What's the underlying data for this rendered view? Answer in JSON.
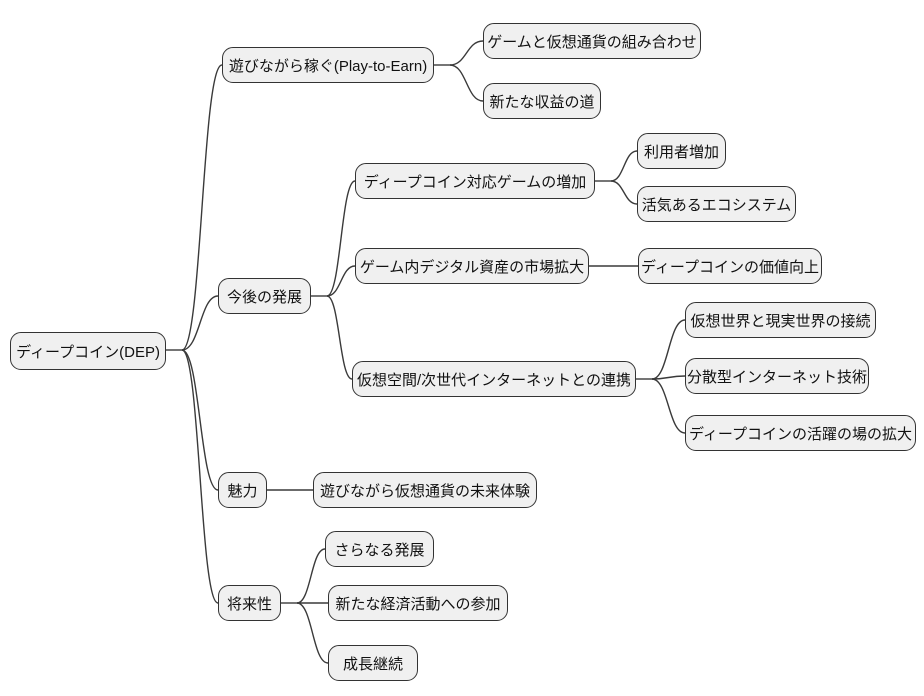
{
  "diagram_type": "mindmap",
  "colors": {
    "background": "#ffffff",
    "node_fill": "#f0f0f0",
    "node_border": "#333333",
    "connector": "#3a3a3a"
  },
  "nodes": {
    "root": "ディープコイン(DEP)",
    "play_to_earn": "遊びながら稼ぐ(Play-to-Earn)",
    "game_crypto_combo": "ゲームと仮想通貨の組み合わせ",
    "new_income": "新たな収益の道",
    "future_development": "今後の発展",
    "dc_games_increase": "ディープコイン対応ゲームの増加",
    "users_increase": "利用者増加",
    "lively_ecosystem": "活気あるエコシステム",
    "digital_asset_market": "ゲーム内デジタル資産の市場拡大",
    "dc_value_up": "ディープコインの価値向上",
    "metaverse_link": "仮想空間/次世代インターネットとの連携",
    "virtual_real_connect": "仮想世界と現実世界の接続",
    "decentralized_tech": "分散型インターネット技術",
    "dc_field_expansion": "ディープコインの活躍の場の拡大",
    "appeal": "魅力",
    "future_experience": "遊びながら仮想通貨の未来体験",
    "future_potential": "将来性",
    "further_development": "さらなる発展",
    "new_economy_participation": "新たな経済活動への参加",
    "continued_growth": "成長継続"
  },
  "hierarchy": {
    "label_key": "root",
    "children": [
      {
        "label_key": "play_to_earn",
        "children": [
          {
            "label_key": "game_crypto_combo"
          },
          {
            "label_key": "new_income"
          }
        ]
      },
      {
        "label_key": "future_development",
        "children": [
          {
            "label_key": "dc_games_increase",
            "children": [
              {
                "label_key": "users_increase"
              },
              {
                "label_key": "lively_ecosystem"
              }
            ]
          },
          {
            "label_key": "digital_asset_market",
            "children": [
              {
                "label_key": "dc_value_up"
              }
            ]
          },
          {
            "label_key": "metaverse_link",
            "children": [
              {
                "label_key": "virtual_real_connect"
              },
              {
                "label_key": "decentralized_tech"
              },
              {
                "label_key": "dc_field_expansion"
              }
            ]
          }
        ]
      },
      {
        "label_key": "appeal",
        "children": [
          {
            "label_key": "future_experience"
          }
        ]
      },
      {
        "label_key": "future_potential",
        "children": [
          {
            "label_key": "further_development"
          },
          {
            "label_key": "new_economy_participation"
          },
          {
            "label_key": "continued_growth"
          }
        ]
      }
    ]
  }
}
